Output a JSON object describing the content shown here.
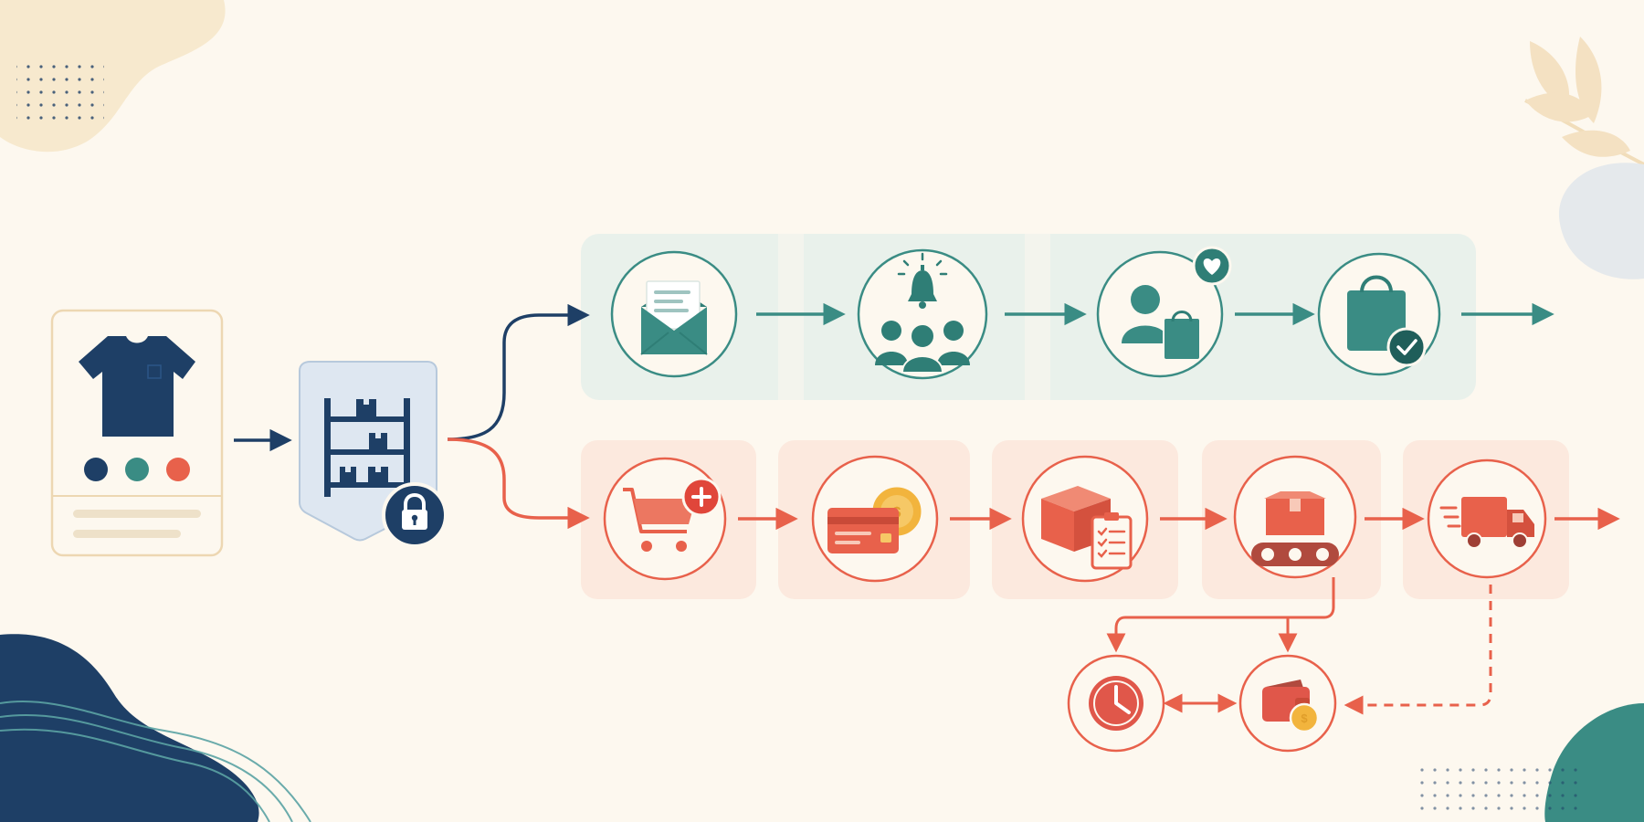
{
  "colors": {
    "background": "#FDF8EF",
    "navy": "#1E3F66",
    "teal": "#3A8C84",
    "teal_band": "#E9F1EB",
    "coral": "#E8614B",
    "coral_band": "#FCE9DE",
    "gold": "#F2B43D",
    "cream_line": "#EDE0C8"
  },
  "product": {
    "icon": "t-shirt-icon",
    "swatches": [
      "#1E3F66",
      "#3A8C84",
      "#E8614B"
    ]
  },
  "inventory": {
    "icon": "warehouse-shelves-icon",
    "badge_icon": "lock-icon"
  },
  "waitlist_flow": {
    "color": "teal",
    "steps": [
      {
        "name": "email-notification",
        "icon": "envelope-icon"
      },
      {
        "name": "notify-subscribers",
        "icon": "bell-people-icon"
      },
      {
        "name": "customer-favorite",
        "icon": "customer-bag-heart-icon"
      },
      {
        "name": "purchase-confirmed",
        "icon": "shopping-bag-check-icon"
      }
    ]
  },
  "order_flow": {
    "color": "coral",
    "steps": [
      {
        "name": "add-to-cart",
        "icon": "cart-plus-icon"
      },
      {
        "name": "payment",
        "icon": "credit-card-coin-icon"
      },
      {
        "name": "order-packing",
        "icon": "box-checklist-icon"
      },
      {
        "name": "fulfillment",
        "icon": "conveyor-box-icon"
      },
      {
        "name": "shipping",
        "icon": "delivery-truck-icon"
      }
    ],
    "branches": [
      {
        "name": "delay-hold",
        "icon": "clock-icon"
      },
      {
        "name": "refund",
        "icon": "wallet-coin-icon"
      }
    ]
  }
}
